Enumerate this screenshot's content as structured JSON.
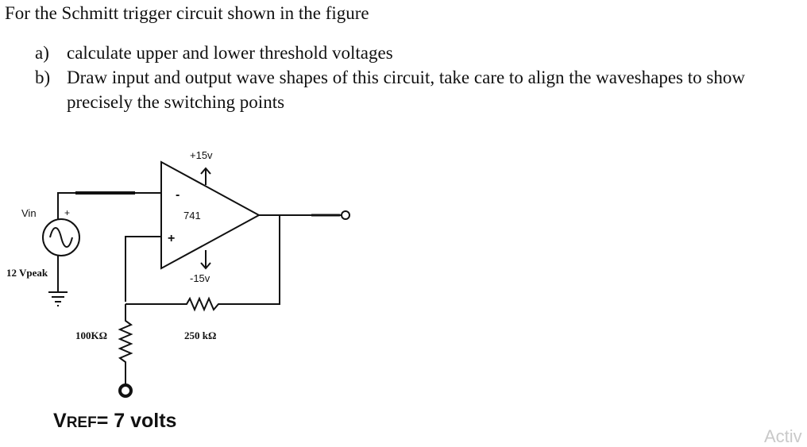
{
  "question": {
    "intro": "For the Schmitt trigger circuit shown in the figure",
    "parts": [
      {
        "label": "a)",
        "text": "calculate upper and lower threshold voltages"
      },
      {
        "label": "b)",
        "text": "Draw input and output wave shapes of this circuit, take care to align the waveshapes to show precisely the switching points"
      }
    ]
  },
  "circuit": {
    "vin_label": "Vin",
    "source_amplitude": "12 Vpeak",
    "opamp_model": "741",
    "positive_supply": "+15v",
    "negative_supply": "-15v",
    "inverting_sign": "-",
    "noninverting_sign": "+",
    "source_plus_sign": "+",
    "r1_label": "100KΩ",
    "r2_label": "250 kΩ",
    "vref_label": "VREF",
    "vref_value": "= 7 volts"
  },
  "watermark": "Activ"
}
